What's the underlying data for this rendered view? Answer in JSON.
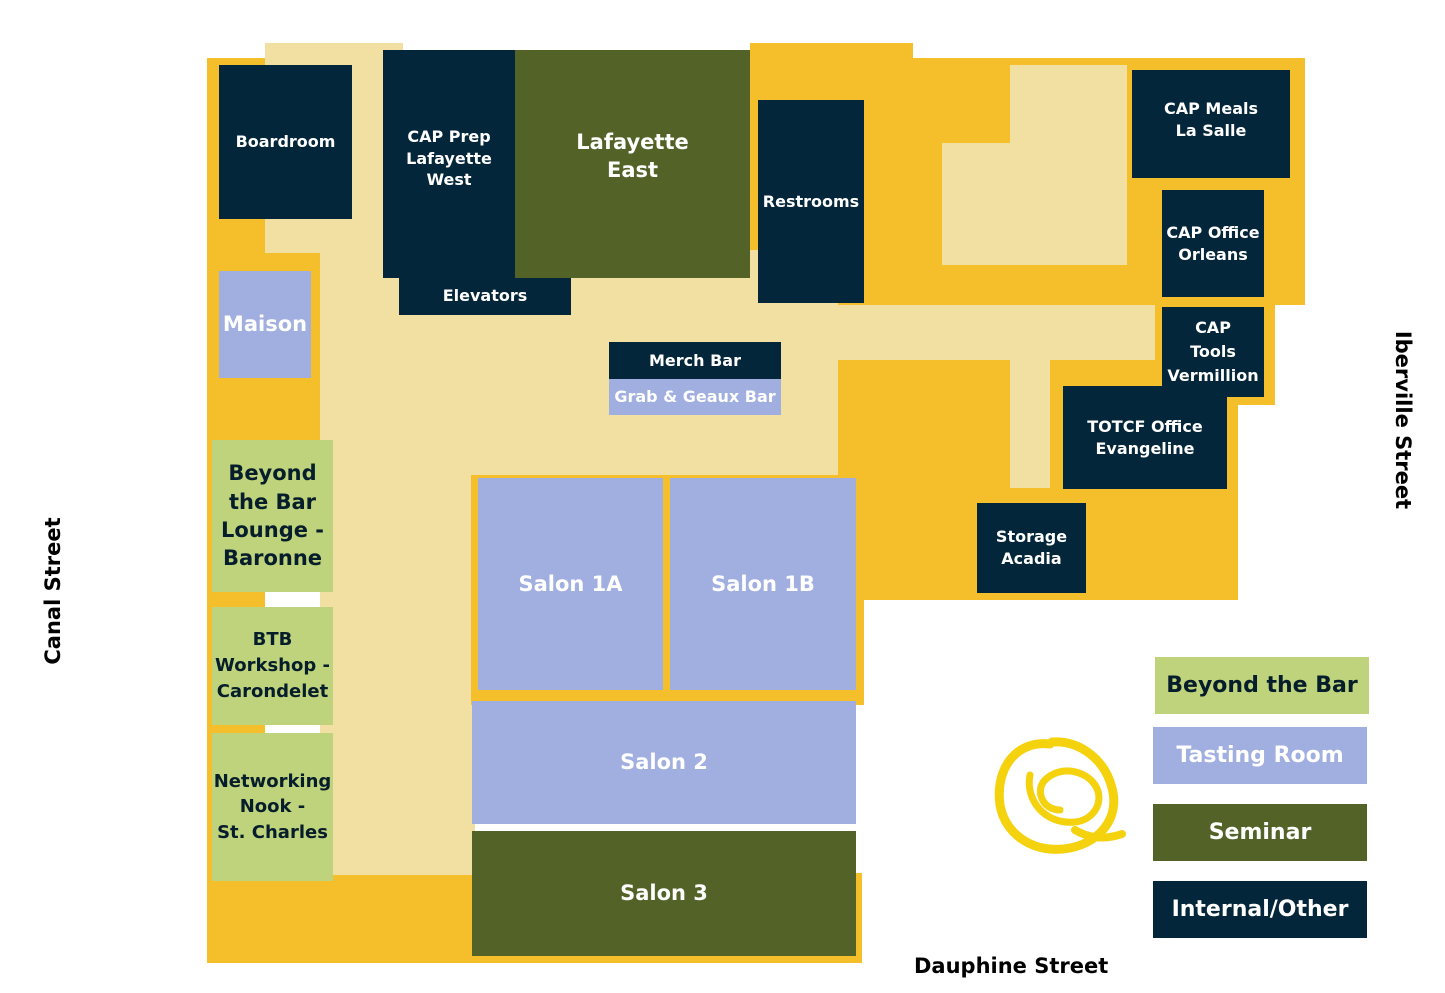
{
  "streets": {
    "canal": "Canal Street",
    "iberville": "Iberville Street",
    "dauphine": "Dauphine Street"
  },
  "rooms": {
    "boardroom": "Boardroom",
    "cap_prep": "CAP Prep\nLafayette\nWest",
    "lafayette_east": "Lafayette\nEast",
    "restrooms": "Restrooms",
    "cap_meals": "CAP Meals\nLa Salle",
    "cap_office": "CAP Office\nOrleans",
    "cap_tools": "CAP\nTools\nVermillion",
    "totcf_office": "TOTCF Office\nEvangeline",
    "storage": "Storage\nAcadia",
    "elevators": "Elevators",
    "maison": "Maison",
    "merch_bar": "Merch Bar",
    "grab_geaux": "Grab & Geaux Bar",
    "btb_lounge": "Beyond\nthe Bar\nLounge -\nBaronne",
    "btb_workshop": "BTB\nWorkshop -\nCarondelet",
    "networking_nook": "Networking\nNook -\nSt. Charles",
    "salon_1a": "Salon 1A",
    "salon_1b": "Salon 1B",
    "salon_2": "Salon 2",
    "salon_3": "Salon 3"
  },
  "legend": [
    {
      "label": "Beyond the Bar",
      "color": "#bed37b"
    },
    {
      "label": "Tasting Room",
      "color": "#a0aee0"
    },
    {
      "label": "Seminar",
      "color": "#536328"
    },
    {
      "label": "Internal/Other",
      "color": "#04263a"
    }
  ],
  "logo_icon": "swirl-logo-icon"
}
